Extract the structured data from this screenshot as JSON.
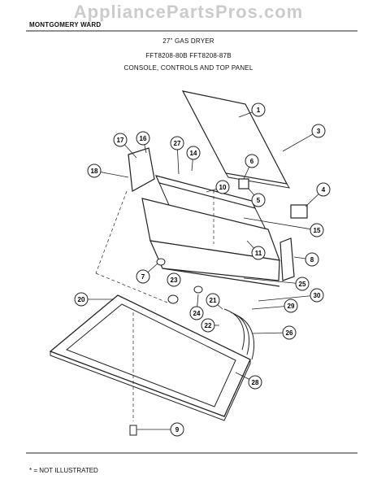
{
  "watermark": "AppliancePartsPros.com",
  "header": {
    "brand": "MONTGOMERY WARD",
    "title": "27\" GAS DRYER",
    "models": "FFT8208-80B  FFT8208-87B",
    "section": "CONSOLE, CONTROLS AND TOP PANEL"
  },
  "footnote": "* = NOT ILLUSTRATED",
  "callouts": [
    "1",
    "3",
    "17",
    "16",
    "27",
    "14",
    "6",
    "18",
    "10",
    "5",
    "4",
    "15",
    "11",
    "8",
    "7",
    "23",
    "25",
    "20",
    "30",
    "24",
    "21",
    "29",
    "22",
    "26",
    "28",
    "9"
  ]
}
